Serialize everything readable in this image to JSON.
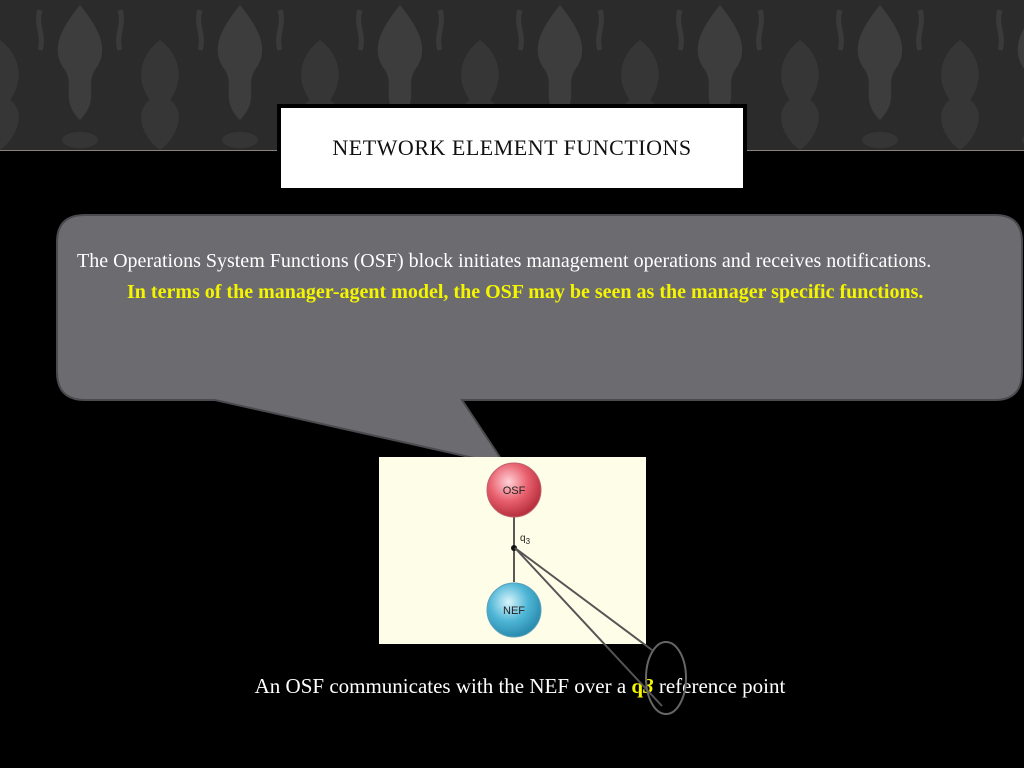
{
  "slide": {
    "title": "NETWORK ELEMENT FUNCTIONS"
  },
  "callout": {
    "line1": "The Operations System Functions (OSF) block initiates management operations and receives notifications.",
    "highlight": "In terms of the manager-agent model, the OSF may be seen as the manager specific functions."
  },
  "figure": {
    "osf_label": "OSF",
    "nef_label": "NEF",
    "ref_point_letter": "q",
    "ref_point_sub": "3"
  },
  "caption": {
    "before": "An OSF communicates with the NEF over a ",
    "q_letter": "q",
    "q_sub": "3",
    "after": " reference point"
  },
  "colors": {
    "background": "#000000",
    "callout_fill": "#6b6b70",
    "highlight_text": "#f5f500",
    "osf_node": "#e8606e",
    "nef_node": "#4fb6d6",
    "figure_bg": "#fefee8"
  }
}
